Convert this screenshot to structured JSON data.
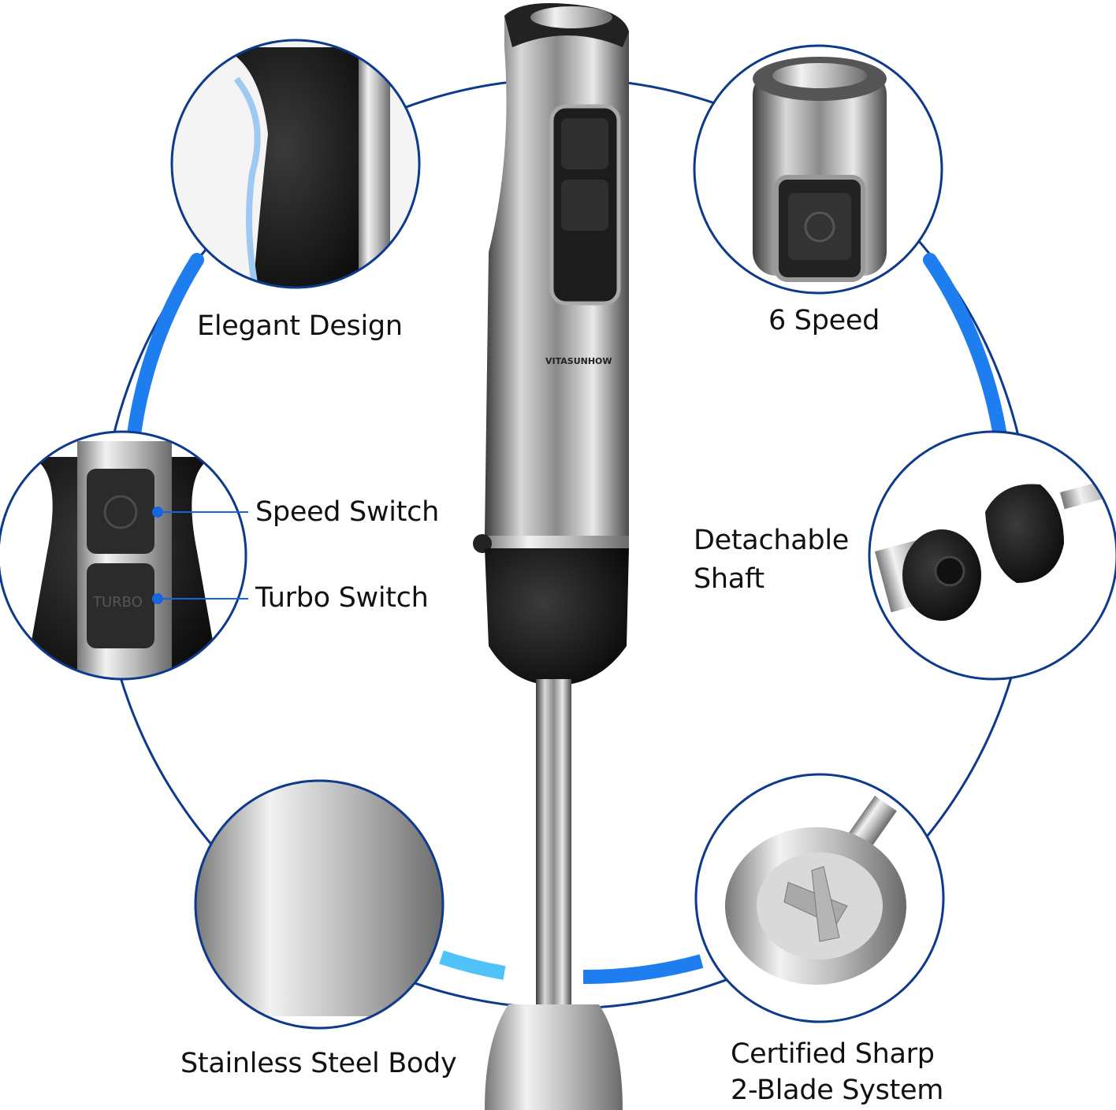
{
  "features": {
    "elegant_design": "Elegant Design",
    "six_speed": "6 Speed",
    "speed_switch": "Speed Switch",
    "turbo_switch": "Turbo Switch",
    "detachable_line1": "Detachable",
    "detachable_line2": "Shaft",
    "stainless_body": "Stainless Steel Body",
    "blade_line1": "Certified Sharp",
    "blade_line2": "2-Blade System"
  },
  "product": {
    "brand": "VITASUNHOW",
    "turbo_button_text": "TURBO"
  },
  "colors": {
    "ring_dark": "#0d3a8a",
    "ring_bright": "#1e7ef0",
    "ring_cyan": "#4fc3f7",
    "callout_dot": "#1565e0"
  }
}
